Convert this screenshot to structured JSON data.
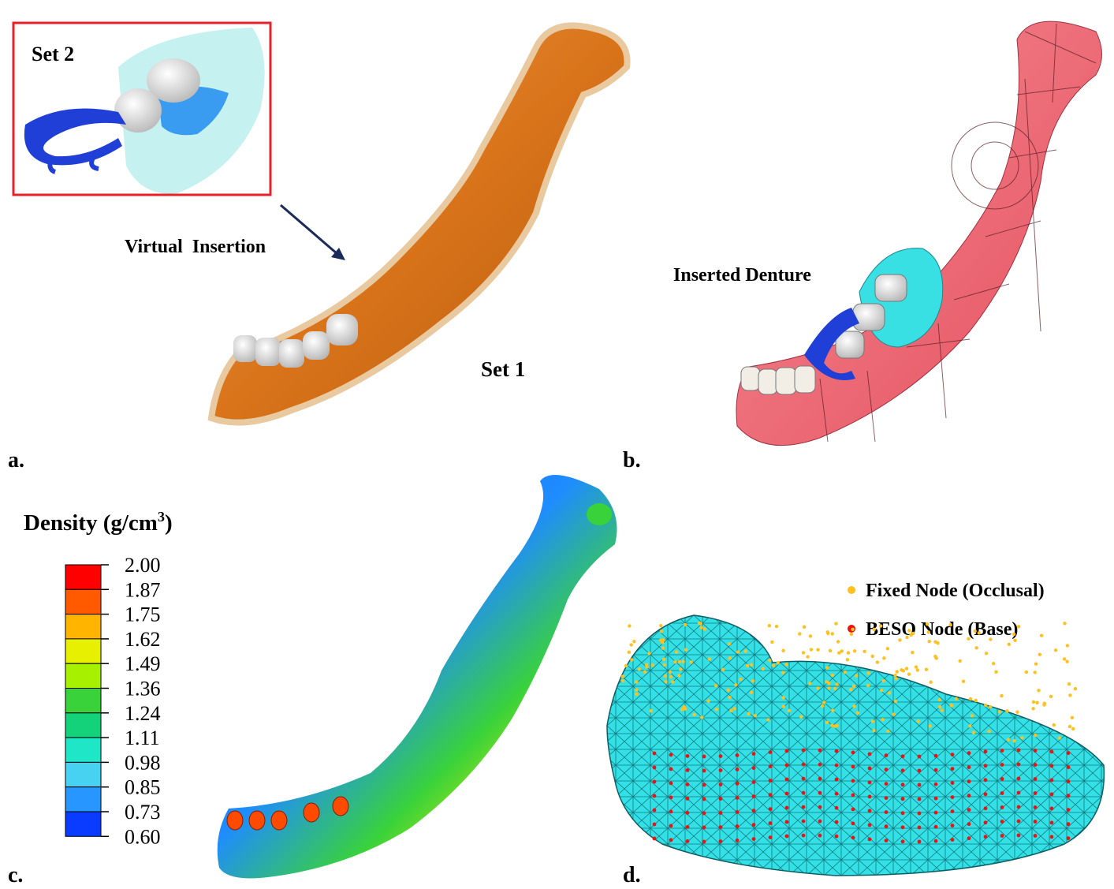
{
  "panel_labels": {
    "a": "a.",
    "b": "b.",
    "c": "c.",
    "d": "d."
  },
  "panel_a": {
    "inset_title": "Set 2",
    "arrow_label": "Virtual  Insertion",
    "set1_label": "Set 1",
    "inset_border_color": "#e8202a",
    "bone_color": "#d9741a",
    "clasp_color": "#1f3fd6"
  },
  "panel_b": {
    "callout": "Inserted Denture",
    "bone_color": "#ec6470",
    "denture_color": "#38e0e4"
  },
  "panel_c": {
    "legend_title": "Density (g/cm",
    "legend_title_sup": "3",
    "legend_title_close": ")",
    "ticks": [
      "2.00",
      "1.87",
      "1.75",
      "1.62",
      "1.49",
      "1.36",
      "1.24",
      "1.11",
      "0.98",
      "0.85",
      "0.73",
      "0.60"
    ],
    "band_colors": [
      "#ff0000",
      "#ff5a00",
      "#ffb400",
      "#e6f000",
      "#a6f000",
      "#3ad23a",
      "#14d27a",
      "#20e6c8",
      "#46d2f0",
      "#2896ff",
      "#0a3cff"
    ]
  },
  "panel_d": {
    "legend": [
      {
        "label": "Fixed Node (Occlusal)",
        "color": "#ffc020"
      },
      {
        "label": "BESO Node (Base)",
        "color": "#ee1111"
      }
    ],
    "mesh_color": "#33e0e6"
  }
}
